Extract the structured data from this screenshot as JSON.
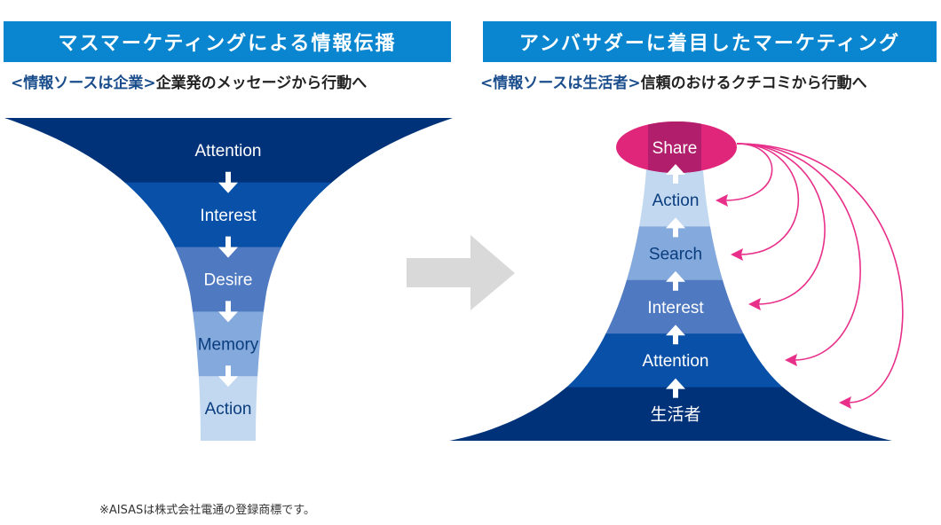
{
  "left_panel": {
    "title": "マスマーケティングによる情報伝播",
    "subtitle_tag": "<情報ソースは企業>",
    "subtitle_desc": "企業発のメッセージから行動へ",
    "stages": [
      "Attention",
      "Interest",
      "Desire",
      "Memory",
      "Action"
    ],
    "flow_direction": "down"
  },
  "right_panel": {
    "title": "アンバサダーに着目したマーケティング",
    "subtitle_tag": "<情報ソースは生活者>",
    "subtitle_desc": "信頼のおけるクチコミから行動へ",
    "share_label": "Share",
    "stages": [
      "Action",
      "Search",
      "Interest",
      "Attention",
      "生活者"
    ],
    "flow_direction": "up",
    "feedback_targets": [
      "Action",
      "Search",
      "Interest",
      "Attention",
      "生活者"
    ]
  },
  "transition_arrow": "right",
  "footnote": "※AISASは株式会社電通の登録商標です。",
  "colors": {
    "header": "#0a86d0",
    "band_darkest": "#00327a",
    "band_deep": "#0850a8",
    "band_mid": "#4f79c0",
    "band_light": "#84a9dc",
    "band_lightest": "#c2d8f0",
    "share_pink": "#e0267a",
    "share_overlap": "#b01e6c",
    "feedback_line": "#e8308a",
    "gray_arrow": "#d9d9d9",
    "dark_text": "#0a3d7e"
  }
}
